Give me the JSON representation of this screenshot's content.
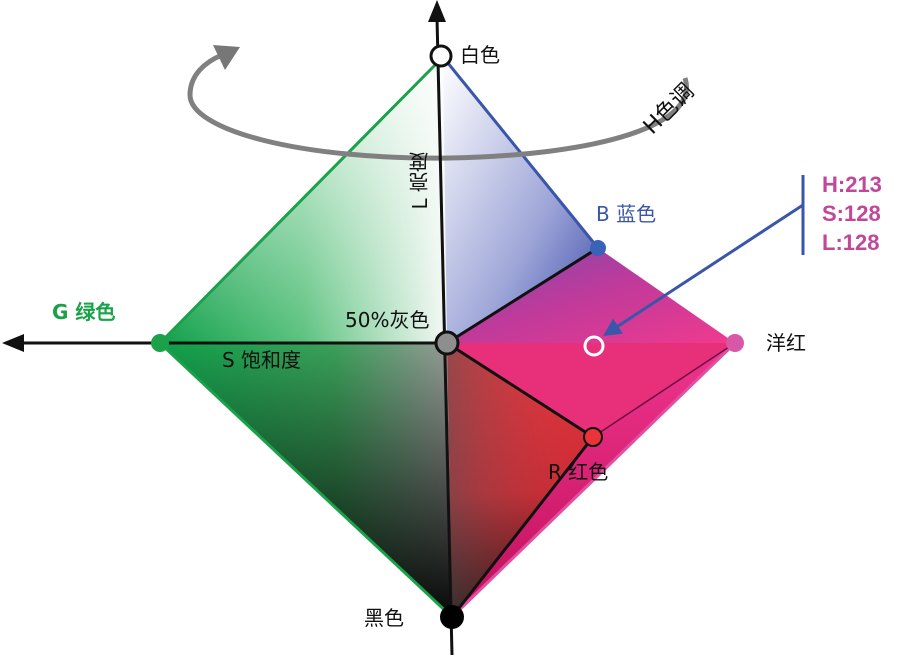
{
  "diagram": {
    "title": "HSL color model double cone",
    "colors": {
      "green": "#1aa14a",
      "blue": "#3a56a8",
      "magenta": "#e63d9c",
      "red": "#e8343a",
      "gray": "#8a8a8a",
      "hsl_text": "#c0479a",
      "hue_arrow": "#777777"
    },
    "labels": {
      "white": "白色",
      "black": "黑色",
      "gray50": "50%灰色",
      "green": "G 绿色",
      "blue": "B 蓝色",
      "red": "R 红色",
      "magenta": "洋红",
      "lightness_axis": "L 亮度",
      "saturation_axis": "S 饱和度",
      "hue": "H色调"
    },
    "sample_point": {
      "h": "H:213",
      "s": "S:128",
      "l": "L:128"
    }
  }
}
